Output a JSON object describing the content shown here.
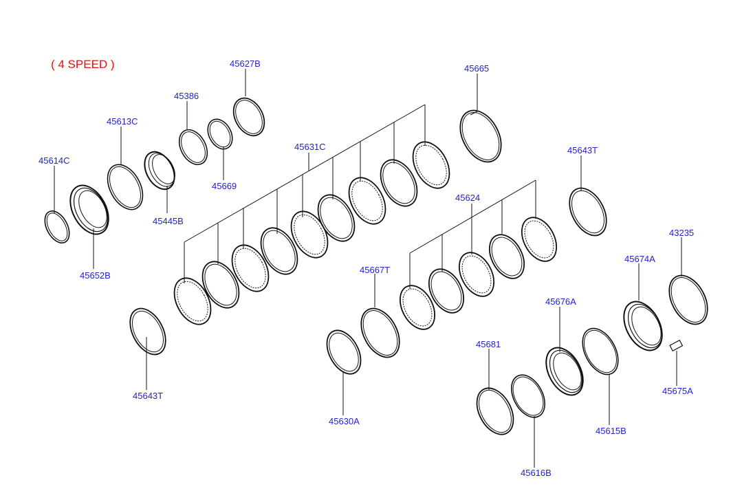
{
  "title": "( 4 SPEED )",
  "parts": [
    {
      "id": "p45627B",
      "label": "45627B"
    },
    {
      "id": "p45665",
      "label": "45665"
    },
    {
      "id": "p45386",
      "label": "45386"
    },
    {
      "id": "p45613C",
      "label": "45613C"
    },
    {
      "id": "p45631C",
      "label": "45631C"
    },
    {
      "id": "p45614C",
      "label": "45614C"
    },
    {
      "id": "p45643T_top",
      "label": "45643T"
    },
    {
      "id": "p45669",
      "label": "45669"
    },
    {
      "id": "p45624",
      "label": "45624"
    },
    {
      "id": "p45445B",
      "label": "45445B"
    },
    {
      "id": "p43235",
      "label": "43235"
    },
    {
      "id": "p45674A",
      "label": "45674A"
    },
    {
      "id": "p45652B",
      "label": "45652B"
    },
    {
      "id": "p45667T",
      "label": "45667T"
    },
    {
      "id": "p45676A",
      "label": "45676A"
    },
    {
      "id": "p45681",
      "label": "45681"
    },
    {
      "id": "p45643T_bottom",
      "label": "45643T"
    },
    {
      "id": "p45675A",
      "label": "45675A"
    },
    {
      "id": "p45630A",
      "label": "45630A"
    },
    {
      "id": "p45615B",
      "label": "45615B"
    },
    {
      "id": "p45616B",
      "label": "45616B"
    }
  ]
}
